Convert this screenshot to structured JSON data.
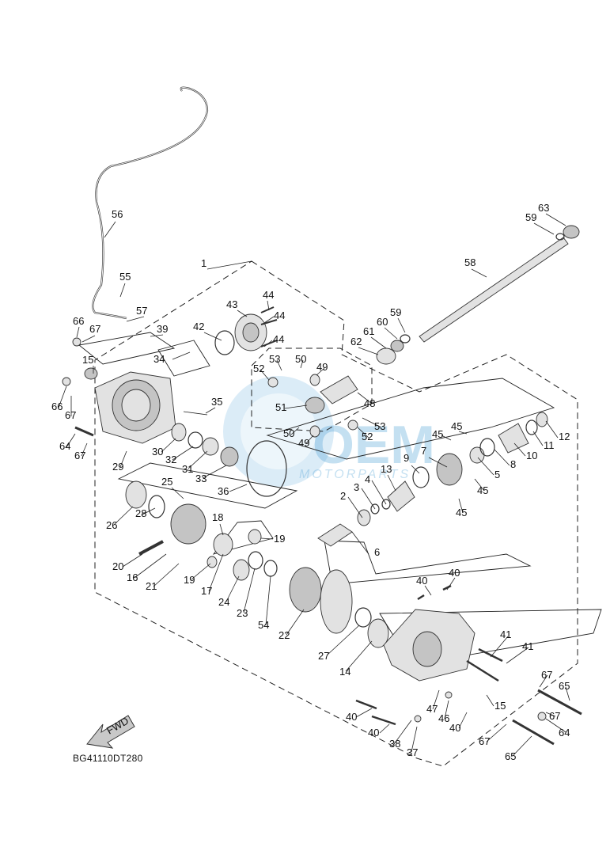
{
  "diagram_code": "BG41110DT280",
  "direction_label": "FWD",
  "watermark": {
    "brand": "OEM",
    "tagline": "MOTORPARTS"
  },
  "callouts": [
    {
      "id": "c1",
      "text": "1"
    },
    {
      "id": "c2",
      "text": "2"
    },
    {
      "id": "c3",
      "text": "3"
    },
    {
      "id": "c4",
      "text": "4"
    },
    {
      "id": "c5",
      "text": "5"
    },
    {
      "id": "c6",
      "text": "6"
    },
    {
      "id": "c7",
      "text": "7"
    },
    {
      "id": "c8",
      "text": "8"
    },
    {
      "id": "c9",
      "text": "9"
    },
    {
      "id": "c10",
      "text": "10"
    },
    {
      "id": "c11",
      "text": "11"
    },
    {
      "id": "c12",
      "text": "12"
    },
    {
      "id": "c13",
      "text": "13"
    },
    {
      "id": "c14",
      "text": "14"
    },
    {
      "id": "c15a",
      "text": "15"
    },
    {
      "id": "c15b",
      "text": "15"
    },
    {
      "id": "c16",
      "text": "16"
    },
    {
      "id": "c17",
      "text": "17"
    },
    {
      "id": "c18",
      "text": "18"
    },
    {
      "id": "c19a",
      "text": "19"
    },
    {
      "id": "c19b",
      "text": "19"
    },
    {
      "id": "c20",
      "text": "20"
    },
    {
      "id": "c21",
      "text": "21"
    },
    {
      "id": "c22",
      "text": "22"
    },
    {
      "id": "c23",
      "text": "23"
    },
    {
      "id": "c24",
      "text": "24"
    },
    {
      "id": "c25",
      "text": "25"
    },
    {
      "id": "c26",
      "text": "26"
    },
    {
      "id": "c27",
      "text": "27"
    },
    {
      "id": "c28",
      "text": "28"
    },
    {
      "id": "c29",
      "text": "29"
    },
    {
      "id": "c30",
      "text": "30"
    },
    {
      "id": "c31",
      "text": "31"
    },
    {
      "id": "c32",
      "text": "32"
    },
    {
      "id": "c33",
      "text": "33"
    },
    {
      "id": "c34",
      "text": "34"
    },
    {
      "id": "c35",
      "text": "35"
    },
    {
      "id": "c36",
      "text": "36"
    },
    {
      "id": "c37",
      "text": "37"
    },
    {
      "id": "c38",
      "text": "38"
    },
    {
      "id": "c39",
      "text": "39"
    },
    {
      "id": "c40a",
      "text": "40"
    },
    {
      "id": "c40b",
      "text": "40"
    },
    {
      "id": "c40c",
      "text": "40"
    },
    {
      "id": "c40d",
      "text": "40"
    },
    {
      "id": "c40e",
      "text": "40"
    },
    {
      "id": "c41a",
      "text": "41"
    },
    {
      "id": "c41b",
      "text": "41"
    },
    {
      "id": "c42",
      "text": "42"
    },
    {
      "id": "c43",
      "text": "43"
    },
    {
      "id": "c44a",
      "text": "44"
    },
    {
      "id": "c44b",
      "text": "44"
    },
    {
      "id": "c44c",
      "text": "44"
    },
    {
      "id": "c45a",
      "text": "45"
    },
    {
      "id": "c45b",
      "text": "45"
    },
    {
      "id": "c45c",
      "text": "45"
    },
    {
      "id": "c45d",
      "text": "45"
    },
    {
      "id": "c46",
      "text": "46"
    },
    {
      "id": "c47",
      "text": "47"
    },
    {
      "id": "c48",
      "text": "48"
    },
    {
      "id": "c49a",
      "text": "49"
    },
    {
      "id": "c49b",
      "text": "49"
    },
    {
      "id": "c50a",
      "text": "50"
    },
    {
      "id": "c50b",
      "text": "50"
    },
    {
      "id": "c51",
      "text": "51"
    },
    {
      "id": "c52a",
      "text": "52"
    },
    {
      "id": "c52b",
      "text": "52"
    },
    {
      "id": "c53a",
      "text": "53"
    },
    {
      "id": "c53b",
      "text": "53"
    },
    {
      "id": "c54",
      "text": "54"
    },
    {
      "id": "c55",
      "text": "55"
    },
    {
      "id": "c56",
      "text": "56"
    },
    {
      "id": "c57",
      "text": "57"
    },
    {
      "id": "c58",
      "text": "58"
    },
    {
      "id": "c59a",
      "text": "59"
    },
    {
      "id": "c59b",
      "text": "59"
    },
    {
      "id": "c60",
      "text": "60"
    },
    {
      "id": "c61",
      "text": "61"
    },
    {
      "id": "c62",
      "text": "62"
    },
    {
      "id": "c63",
      "text": "63"
    },
    {
      "id": "c64a",
      "text": "64"
    },
    {
      "id": "c64b",
      "text": "64"
    },
    {
      "id": "c65a",
      "text": "65"
    },
    {
      "id": "c65b",
      "text": "65"
    },
    {
      "id": "c66a",
      "text": "66"
    },
    {
      "id": "c66b",
      "text": "66"
    },
    {
      "id": "c67a",
      "text": "67"
    },
    {
      "id": "c67b",
      "text": "67"
    },
    {
      "id": "c67c",
      "text": "67"
    },
    {
      "id": "c67d",
      "text": "67"
    },
    {
      "id": "c67e",
      "text": "67"
    }
  ]
}
